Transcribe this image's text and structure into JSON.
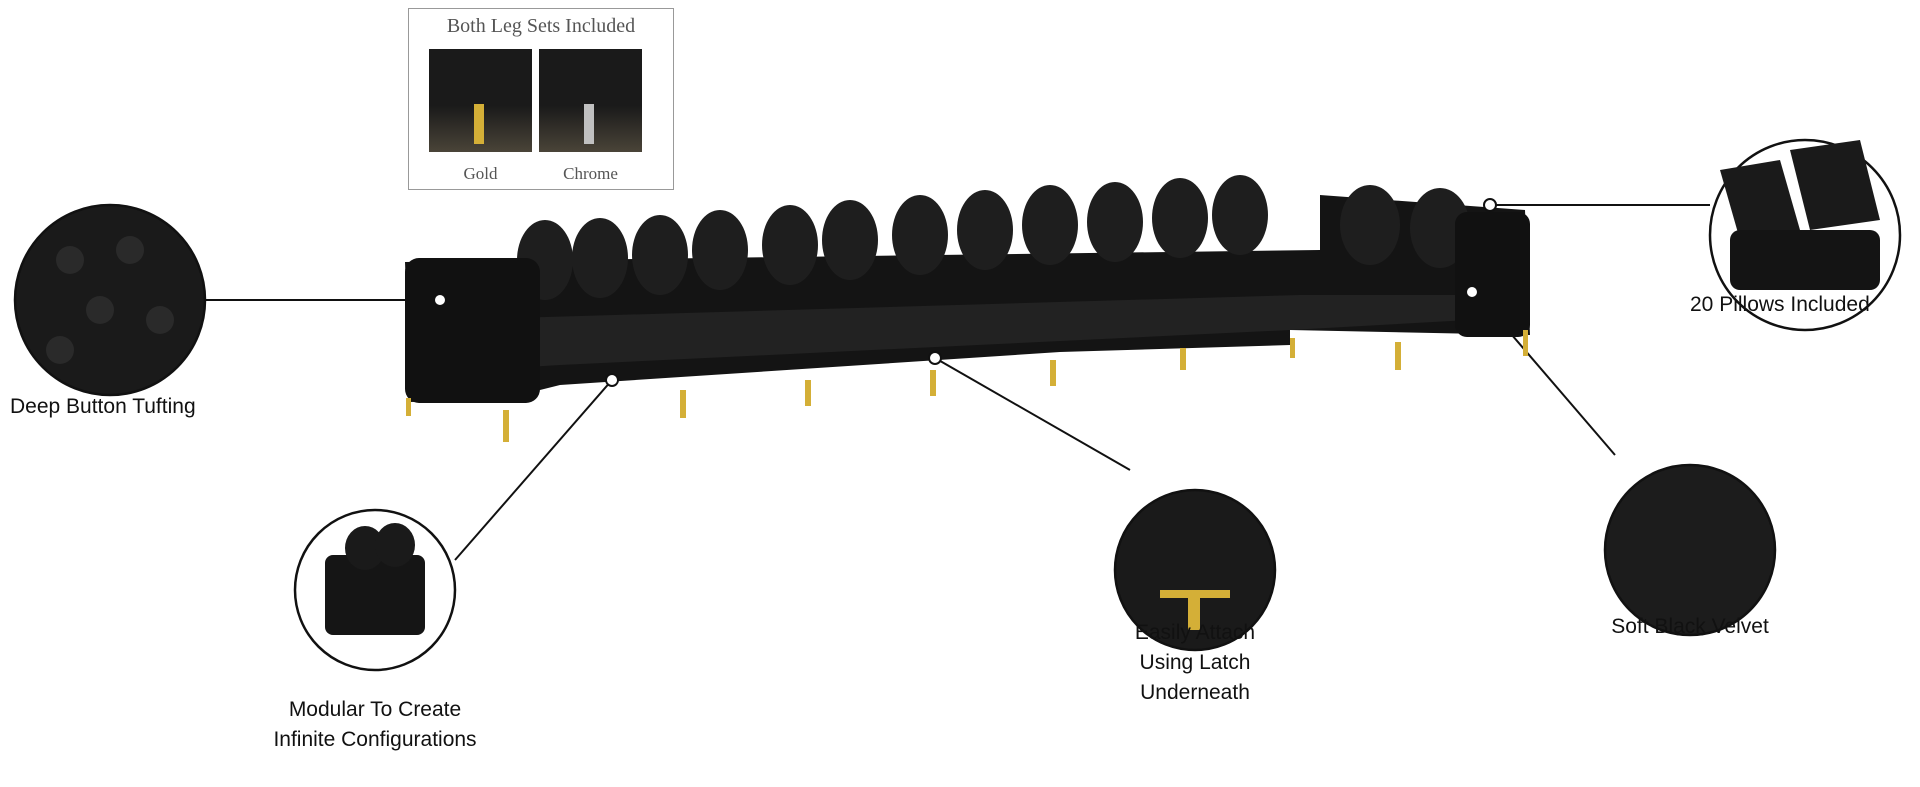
{
  "legs_panel": {
    "title": "Both Leg Sets Included",
    "options": [
      {
        "label": "Gold",
        "color": "#d4af37"
      },
      {
        "label": "Chrome",
        "color": "#c0c0c0"
      }
    ]
  },
  "callouts": {
    "tufting": "Deep Button Tufting",
    "pillows": "20 Pillows Included",
    "modular_line1": "Modular To Create",
    "modular_line2": "Infinite Configurations",
    "latch_line1": "Easily Attach",
    "latch_line2": "Using Latch",
    "latch_line3": "Underneath",
    "velvet": "Soft Black Velvet"
  },
  "colors": {
    "upholstery": "#1a1a1a",
    "legs": "#d4af37"
  }
}
